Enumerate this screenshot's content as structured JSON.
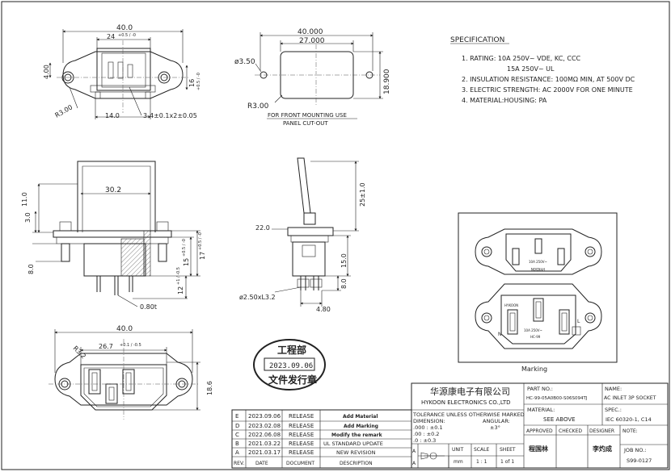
{
  "spec": {
    "title": "SPECIFICATION",
    "lines": [
      "1. RATING: 10A 250V~ VDE, KC, CCC",
      "15A 250V~ UL",
      "2. INSULATION RESISTANCE: 100MΩ MIN, AT 500V DC",
      "3. ELECTRIC STRENGTH: AC 2000V FOR ONE MINUTE",
      "4. MATERIAL:HOUSING: PA"
    ]
  },
  "dims": {
    "top_width": "40.0",
    "top_inner": "24",
    "top_inner_tol": "+0.5 / -0",
    "top_left_height": "4.00",
    "top_right_height": "16",
    "top_right_tol": "+0.5 / -0",
    "top_radius": "R3.00",
    "top_bottom": "14.0",
    "top_screw": "3-4±0.1x2±0.05",
    "cut_width1": "40.000",
    "cut_width2": "27.000",
    "cut_hole": "ø3.50",
    "cut_height": "18.900",
    "cut_radius": "R3.00",
    "cut_note1": "FOR FRONT MOUNTING USE",
    "cut_note2": "PANEL CUT-OUT",
    "side_width": "30.2",
    "side_h1": "11.0",
    "side_h2": "3.0",
    "side_h3": "8.0",
    "side_r1": "15",
    "side_r1_tol": "+0.5 / -0",
    "side_r2": "17",
    "side_r2_tol": "+0.5 / -0",
    "side_r3": "12",
    "side_r3_tol": "+1 / -0.5",
    "side_t": "0.80t",
    "right_top": "25±1.0",
    "right_w": "22.0",
    "right_h": "15.0",
    "right_h2": "8.0",
    "right_pin": "ø2.50xL3.2",
    "right_bottom": "4.80",
    "bot_width": "40.0",
    "bot_inner": "26.7",
    "bot_inner_tol": "+0.1 / -0.5",
    "bot_radius": "R3.2",
    "bot_height": "18.6"
  },
  "stamp": {
    "top": "工程部",
    "date": "2023.09.06",
    "bottom": "文件发行章"
  },
  "marking": {
    "caption": "Marking",
    "top_label": "10A 250V~",
    "top_brand": "HYKOON",
    "bottom_labels": [
      "N",
      "L",
      "10A 250V~",
      "HC-99",
      "HYKOON"
    ]
  },
  "company": {
    "cn": "华源康电子有限公司",
    "en": "HYKOON ELECTRONICS CO.,LTD"
  },
  "tolerance": {
    "head": "TOLERANCE UNLESS OTHERWISE MARKED",
    "dimension": "DIMENSION:",
    "angular": "ANGULAR:",
    "rows": [
      ".000 : ±0.1",
      ".00 : ±0.2",
      ".0 : ±0.3"
    ],
    "angular_val": "±3°"
  },
  "unit": {
    "label": "UNIT",
    "value": "mm"
  },
  "scale": {
    "label": "SCALE",
    "value": "1 : 1"
  },
  "sheet": {
    "label": "SHEET",
    "value": "1 of 1"
  },
  "part_no": {
    "label": "PART NO.:",
    "value": "HC-99-05A0B00-S06S094TJ"
  },
  "name": {
    "label": "NAME:",
    "value": "AC INLET 3P SOCKET"
  },
  "material": {
    "label": "MATERIAL:",
    "value": "SEE ABOVE"
  },
  "spec_box": {
    "label": "SPEC.:",
    "value": "IEC 60320-1, C14"
  },
  "sign": {
    "approved": "APPROVED",
    "checked": "CHECKED",
    "designer": "DESIGNER",
    "note": "NOTE:",
    "approved_name": "程国林",
    "designer_name": "李灼成"
  },
  "job": {
    "label": "JOB NO.:",
    "value": "S99-0127"
  },
  "revisions": {
    "headers": [
      "REV.",
      "DATE",
      "DOCUMENT",
      "DESCRIPTION"
    ],
    "rows": [
      [
        "E",
        "2023.09.06",
        "RELEASE",
        "Add Material"
      ],
      [
        "D",
        "2023.02.08",
        "RELEASE",
        "Add Marking"
      ],
      [
        "C",
        "2022.06.08",
        "RELEASE",
        "Modify the remark"
      ],
      [
        "B",
        "2021.03.22",
        "RELEASE",
        "UL STANDARD UPDATE"
      ],
      [
        "A",
        "2021.03.17",
        "RELEASE",
        "NEW REVISION"
      ]
    ]
  },
  "first_angle": "A"
}
